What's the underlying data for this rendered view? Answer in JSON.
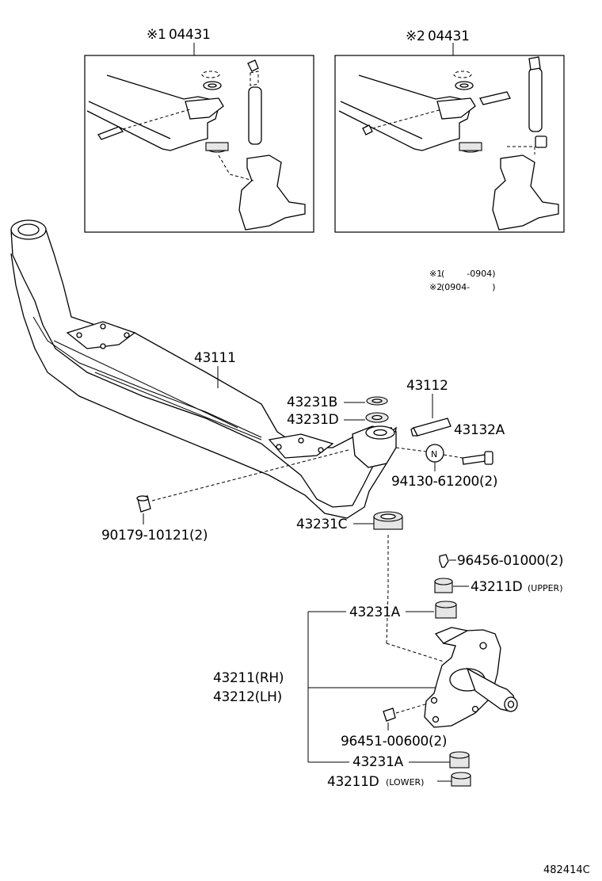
{
  "header": {
    "left_box": {
      "marker": "※1",
      "part": "04431"
    },
    "right_box": {
      "marker": "※2",
      "part": "04431"
    }
  },
  "notes": [
    {
      "marker": "※1",
      "range": "(        -0904)"
    },
    {
      "marker": "※2",
      "range": "(0904-        )"
    }
  ],
  "callouts": {
    "axle_beam": "43111",
    "washer_b": "43231B",
    "washer_d": "43231D",
    "king_pin": "43112",
    "bolt": "43132A",
    "nut": "94130-61200(2)",
    "plug": "90179-10121(2)",
    "bearing_c": "43231C",
    "grease_fitting_top": "96456-01000(2)",
    "cap_upper": "43211D",
    "cap_upper_note": "(UPPER)",
    "bushing_upper": "43231A",
    "knuckle_rh": "43211(RH)",
    "knuckle_lh": "43212(LH)",
    "grease_fitting_lower": "96451-00600(2)",
    "bushing_lower": "43231A",
    "cap_lower": "43211D",
    "cap_lower_note": "(LOWER)",
    "n_marker": "N"
  },
  "footer": {
    "illustration_id": "482414C"
  }
}
